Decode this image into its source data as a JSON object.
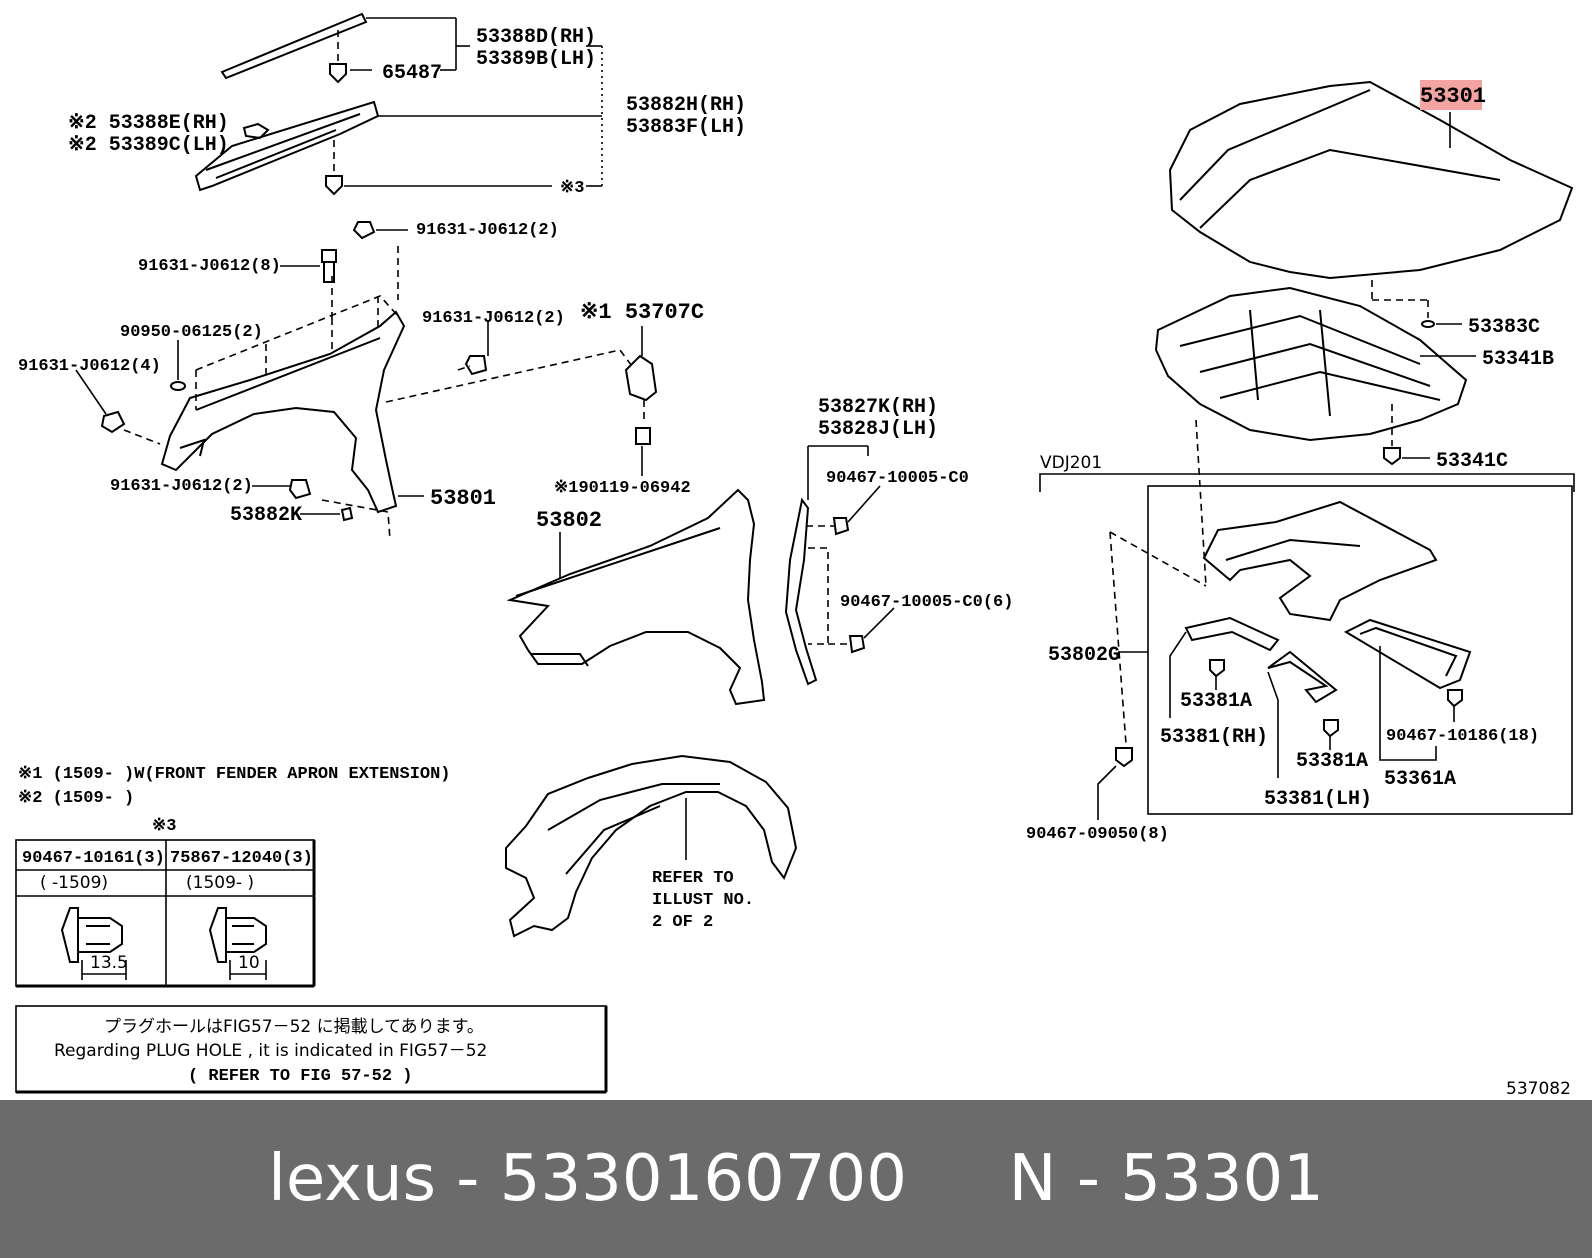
{
  "diagram": {
    "catalog_number": "537082",
    "highlight_color": "#f4a3a3",
    "parts": {
      "p53388d": "53388D(RH)",
      "p53389b": "53389B(LH)",
      "p65487": "65487",
      "p53388e": "※2 53388E(RH)",
      "p53389c": "※2 53389C(LH)",
      "p53882h": "53882H(RH)",
      "p53883f": "53883F(LH)",
      "mark3a": "※3",
      "p91631a": "91631-J0612(2)",
      "p91631b": "91631-J0612(8)",
      "p90950": "90950-06125(2)",
      "p91631c": "91631-J0612(2)",
      "p53707c": "※1 53707C",
      "p91631d": "91631-J0612(4)",
      "p91631e": "91631-J0612(2)",
      "p53801": "53801",
      "p53882k": "53882K",
      "p190119": "※190119-06942",
      "p53802": "53802",
      "p53827k": "53827K(RH)",
      "p53828j": "53828J(LH)",
      "p90467a": "90467-10005-C0",
      "p90467b": "90467-10005-C0(6)",
      "p53301": "53301",
      "p53383c": "53383C",
      "p53341b": "53341B",
      "p53341c": "53341C",
      "vdj": "VDJ201",
      "p53802g": "53802G",
      "p53381a1": "53381A",
      "p53381rh": "53381(RH)",
      "p53381a2": "53381A",
      "p53381lh": "53381(LH)",
      "p90467c": "90467-10186(18)",
      "p53361a": "53361A",
      "p90467d": "90467-09050(8)",
      "refer1": "REFER TO",
      "refer2": "ILLUST NO.",
      "refer3": "2 OF 2"
    },
    "notes": {
      "n1": "※1 (1509-        )W(FRONT FENDER APRON EXTENSION)",
      "n2": "※2 (1509-        )",
      "mark3": "※3"
    },
    "table": {
      "h1": "90467-10161(3)",
      "h2": "75867-12040(3)",
      "r1": "(      -1509)",
      "r2": "(1509-        )",
      "d1": "13.5",
      "d2": "10"
    },
    "box": {
      "jp": "プラグホールはFIG57－52 に掲載してあります。",
      "en": "Regarding  PLUG  HOLE  , it  is  indicated  in  FIG57－52",
      "ref": "(      REFER  TO  FIG  57-52      )"
    }
  },
  "footer": {
    "text": "lexus - 5330160700     N - 53301"
  }
}
